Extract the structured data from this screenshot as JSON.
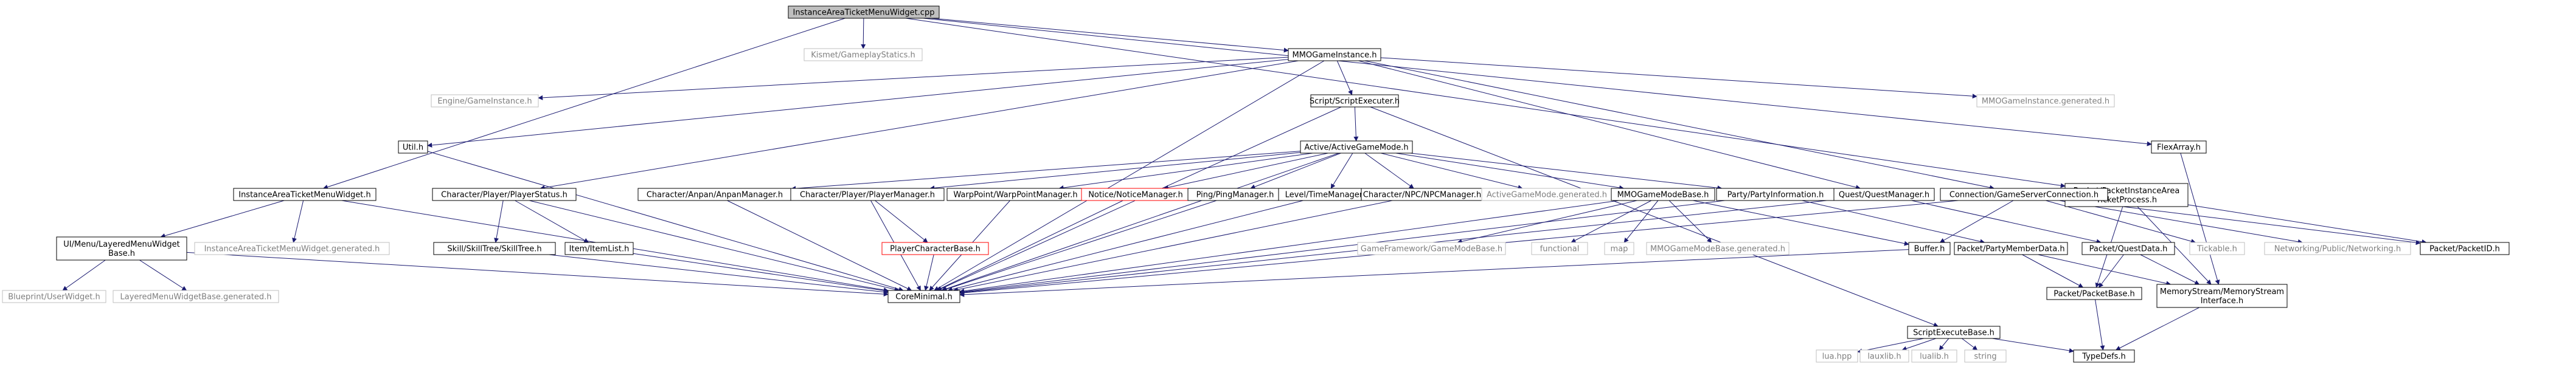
{
  "diagram": {
    "nodes": {
      "root": {
        "label": "InstanceAreaTicketMenuWidget.cpp",
        "style": "root"
      },
      "kismet": {
        "label": "Kismet/GameplayStatics.h",
        "style": "gray"
      },
      "mmogi": {
        "label": "MMOGameInstance.h",
        "style": "normal"
      },
      "flexarray": {
        "label": "FlexArray.h",
        "style": "normal"
      },
      "iatmw_h": {
        "label": "InstanceAreaTicketMenuWidget.h",
        "style": "normal"
      },
      "util": {
        "label": "Util.h",
        "style": "normal"
      },
      "engine_gi": {
        "label": "Engine/GameInstance.h",
        "style": "gray"
      },
      "scriptexec": {
        "label": "Script/ScriptExecuter.h",
        "style": "normal"
      },
      "mmogi_gen": {
        "label": "MMOGameInstance.generated.h",
        "style": "gray"
      },
      "agm": {
        "label": "Active/ActiveGameMode.h",
        "style": "normal"
      },
      "packet_proc": {
        "label": [
          "Packet/PacketInstanceArea",
          "TicketProcess.h"
        ],
        "style": "normal"
      },
      "charstatus": {
        "label": "Character/Player/PlayerStatus.h",
        "style": "normal"
      },
      "layered": {
        "label": [
          "UI/Menu/LayeredMenuWidget",
          "Base.h"
        ],
        "style": "normal"
      },
      "iatmw_gen": {
        "label": "InstanceAreaTicketMenuWidget.generated.h",
        "style": "gray"
      },
      "anpan": {
        "label": "Character/Anpan/AnpanManager.h",
        "style": "normal"
      },
      "playermgr": {
        "label": "Character/Player/PlayerManager.h",
        "style": "normal"
      },
      "warpmgr": {
        "label": "WarpPoint/WarpPointManager.h",
        "style": "normal"
      },
      "noticemgr": {
        "label": "Notice/NoticeManager.h",
        "style": "red"
      },
      "pingmgr": {
        "label": "Ping/PingManager.h",
        "style": "normal"
      },
      "levelmgr": {
        "label": "Level/TimeManager.h",
        "style": "normal"
      },
      "npcmgr": {
        "label": "Character/NPC/NPCManager.h",
        "style": "normal"
      },
      "agm_gen": {
        "label": "ActiveGameMode.generated.h",
        "style": "gray"
      },
      "mmogmb": {
        "label": "MMOGameModeBase.h",
        "style": "normal"
      },
      "partyinfo": {
        "label": "Party/PartyInformation.h",
        "style": "normal"
      },
      "questmgr": {
        "label": "Quest/QuestManager.h",
        "style": "normal"
      },
      "conn": {
        "label": "Connection/GameServerConnection.h",
        "style": "normal"
      },
      "skilltree": {
        "label": "Skill/SkillTree/SkillTree.h",
        "style": "normal"
      },
      "itemlist": {
        "label": "Item/ItemList.h",
        "style": "normal"
      },
      "playercharbase": {
        "label": "PlayerCharacterBase.h",
        "style": "red"
      },
      "gmbase": {
        "label": "GameFramework/GameModeBase.h",
        "style": "gray"
      },
      "functional": {
        "label": "functional",
        "style": "gray"
      },
      "map": {
        "label": "map",
        "style": "gray"
      },
      "mmogmb_gen": {
        "label": "MMOGameModeBase.generated.h",
        "style": "gray"
      },
      "buffer": {
        "label": "Buffer.h",
        "style": "normal"
      },
      "partymember": {
        "label": "Packet/PartyMemberData.h",
        "style": "normal"
      },
      "questdata": {
        "label": "Packet/QuestData.h",
        "style": "normal"
      },
      "tickable": {
        "label": "Tickable.h",
        "style": "gray"
      },
      "networking": {
        "label": "Networking/Public/Networking.h",
        "style": "gray"
      },
      "packetid": {
        "label": "Packet/PacketID.h",
        "style": "normal"
      },
      "blueprint": {
        "label": "Blueprint/UserWidget.h",
        "style": "gray"
      },
      "layered_gen": {
        "label": "LayeredMenuWidgetBase.generated.h",
        "style": "gray"
      },
      "coreminimal": {
        "label": "CoreMinimal.h",
        "style": "normal"
      },
      "packetbase": {
        "label": "Packet/PacketBase.h",
        "style": "normal"
      },
      "memstream": {
        "label": [
          "MemoryStream/MemoryStream",
          "Interface.h"
        ],
        "style": "normal"
      },
      "scriptexecbase": {
        "label": "ScriptExecuteBase.h",
        "style": "normal"
      },
      "luahpp": {
        "label": "lua.hpp",
        "style": "gray"
      },
      "lauxlib": {
        "label": "lauxlib.h",
        "style": "gray"
      },
      "lualib": {
        "label": "lualib.h",
        "style": "gray"
      },
      "string": {
        "label": "string",
        "style": "gray"
      },
      "typedefs": {
        "label": "TypeDefs.h",
        "style": "normal"
      }
    },
    "edges": [
      [
        "root",
        "kismet"
      ],
      [
        "root",
        "mmogi"
      ],
      [
        "root",
        "flexarray"
      ],
      [
        "root",
        "iatmw_h"
      ],
      [
        "root",
        "packet_proc"
      ],
      [
        "mmogi",
        "util"
      ],
      [
        "mmogi",
        "engine_gi"
      ],
      [
        "mmogi",
        "scriptexec"
      ],
      [
        "mmogi",
        "mmogi_gen"
      ],
      [
        "mmogi",
        "charstatus"
      ],
      [
        "mmogi",
        "questmgr"
      ],
      [
        "mmogi",
        "conn"
      ],
      [
        "mmogi",
        "coreminimal"
      ],
      [
        "scriptexec",
        "agm"
      ],
      [
        "scriptexec",
        "scriptexecbase"
      ],
      [
        "scriptexec",
        "coreminimal"
      ],
      [
        "agm",
        "anpan"
      ],
      [
        "agm",
        "playermgr"
      ],
      [
        "agm",
        "warpmgr"
      ],
      [
        "agm",
        "noticemgr"
      ],
      [
        "agm",
        "pingmgr"
      ],
      [
        "agm",
        "levelmgr"
      ],
      [
        "agm",
        "npcmgr"
      ],
      [
        "agm",
        "agm_gen"
      ],
      [
        "agm",
        "mmogmb"
      ],
      [
        "agm",
        "partyinfo"
      ],
      [
        "agm",
        "coreminimal"
      ],
      [
        "iatmw_h",
        "layered"
      ],
      [
        "iatmw_h",
        "iatmw_gen"
      ],
      [
        "iatmw_h",
        "coreminimal"
      ],
      [
        "charstatus",
        "skilltree"
      ],
      [
        "charstatus",
        "itemlist"
      ],
      [
        "charstatus",
        "coreminimal"
      ],
      [
        "layered",
        "blueprint"
      ],
      [
        "layered",
        "layered_gen"
      ],
      [
        "layered",
        "coreminimal"
      ],
      [
        "playermgr",
        "playercharbase"
      ],
      [
        "playermgr",
        "coreminimal"
      ],
      [
        "playercharbase",
        "coreminimal"
      ],
      [
        "anpan",
        "coreminimal"
      ],
      [
        "warpmgr",
        "coreminimal"
      ],
      [
        "noticemgr",
        "coreminimal"
      ],
      [
        "pingmgr",
        "coreminimal"
      ],
      [
        "levelmgr",
        "coreminimal"
      ],
      [
        "npcmgr",
        "coreminimal"
      ],
      [
        "skilltree",
        "coreminimal"
      ],
      [
        "itemlist",
        "coreminimal"
      ],
      [
        "util",
        "coreminimal"
      ],
      [
        "mmogmb",
        "gmbase"
      ],
      [
        "mmogmb",
        "functional"
      ],
      [
        "mmogmb",
        "map"
      ],
      [
        "mmogmb",
        "mmogmb_gen"
      ],
      [
        "mmogmb",
        "buffer"
      ],
      [
        "mmogmb",
        "coreminimal"
      ],
      [
        "partyinfo",
        "partymember"
      ],
      [
        "partyinfo",
        "coreminimal"
      ],
      [
        "questmgr",
        "questdata"
      ],
      [
        "questmgr",
        "coreminimal"
      ],
      [
        "conn",
        "tickable"
      ],
      [
        "conn",
        "networking"
      ],
      [
        "conn",
        "packetid"
      ],
      [
        "conn",
        "buffer"
      ],
      [
        "conn",
        "coreminimal"
      ],
      [
        "partymember",
        "packetbase"
      ],
      [
        "partymember",
        "memstream"
      ],
      [
        "questdata",
        "packetbase"
      ],
      [
        "questdata",
        "memstream"
      ],
      [
        "packet_proc",
        "packetid"
      ],
      [
        "packet_proc",
        "memstream"
      ],
      [
        "packet_proc",
        "packetbase"
      ],
      [
        "flexarray",
        "memstream"
      ],
      [
        "buffer",
        "coreminimal"
      ],
      [
        "packetbase",
        "typedefs"
      ],
      [
        "memstream",
        "typedefs"
      ],
      [
        "scriptexecbase",
        "luahpp"
      ],
      [
        "scriptexecbase",
        "lauxlib"
      ],
      [
        "scriptexecbase",
        "lualib"
      ],
      [
        "scriptexecbase",
        "string"
      ],
      [
        "scriptexecbase",
        "typedefs"
      ]
    ]
  },
  "colors": {
    "edge_dark": "#191970",
    "edge_gray": "#4a4a4a",
    "border": "#000000",
    "gray_border": "#bfbfbf",
    "gray_text": "#7f7f7f",
    "red_border": "#ff0000",
    "root_fill": "#bfbfbf"
  }
}
